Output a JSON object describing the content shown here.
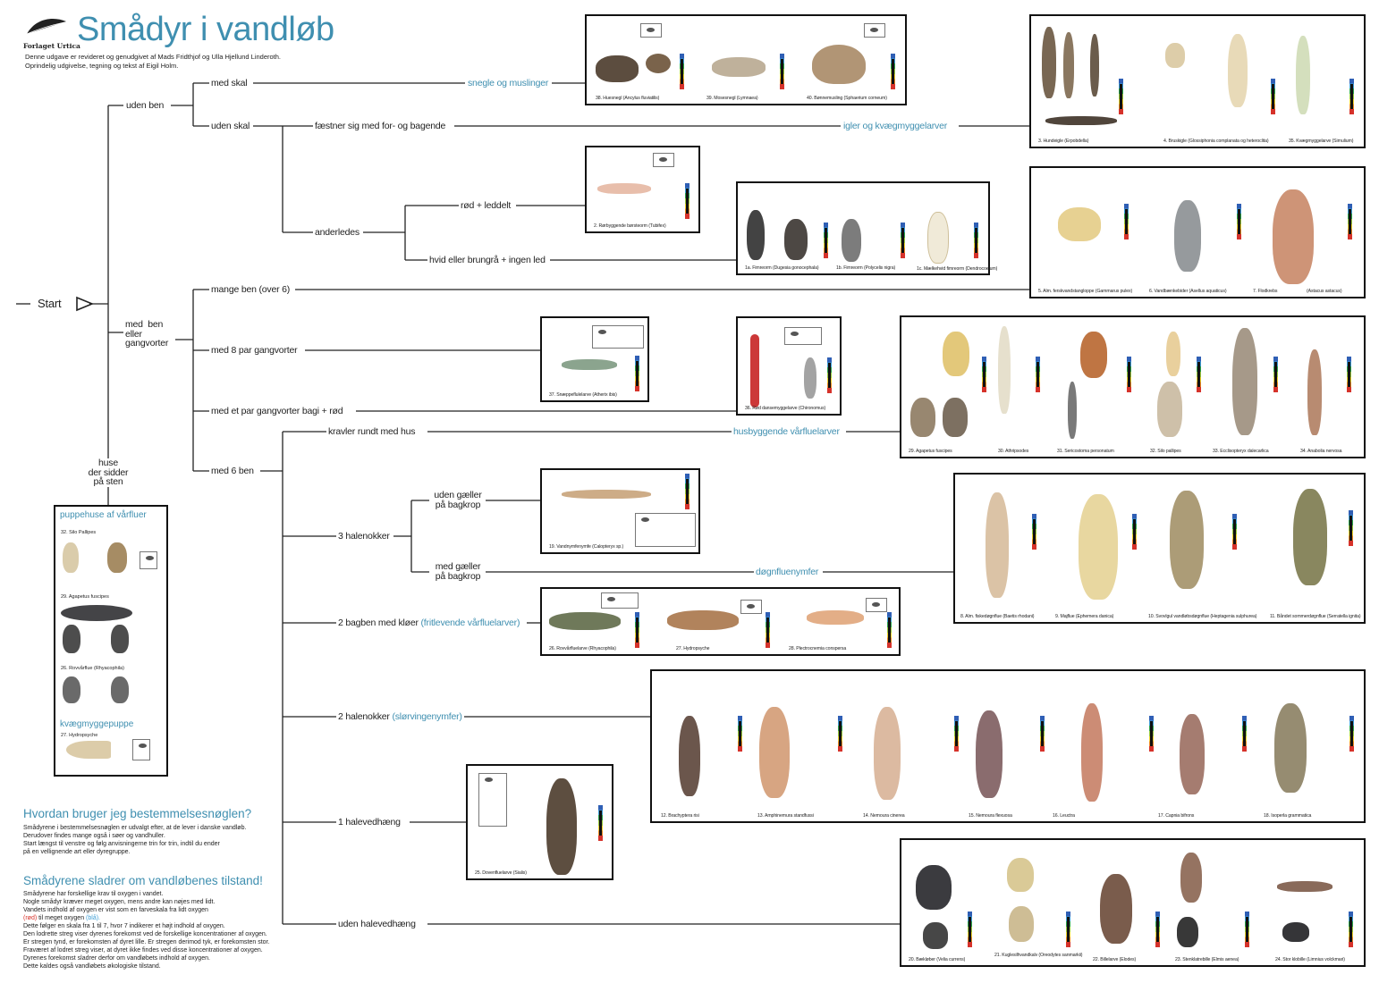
{
  "header": {
    "publisher": "Forlaget Urtica",
    "title": "Smådyr i vandløb",
    "credit1": "Denne udgave er revideret og genudgivet af Mads Fridthjof og Ulla Hjellund Linderoth.",
    "credit2": "Oprindelig udgivelse, tegning og tekst af Eigil Holm."
  },
  "key": {
    "start": "Start",
    "uden_ben": "uden ben",
    "med_skal": "med skal",
    "uden_skal": "uden skal",
    "faestner": "fæstner sig med for- og bagende",
    "andenledes": "anderledes",
    "rod_leddelt": "rød + leddelt",
    "hvid": "hvid eller brungrå + ingen led",
    "med_ben": "med  ben\neller\ngangvorter",
    "mange_ben": "mange ben (over 6)",
    "med8": "med 8 par gangvorter",
    "med_et_par": "med et par gangvorter bagi + rød",
    "med6": "med 6 ben",
    "kravler": "kravler rundt med hus",
    "tre_hale": "3 halenokker",
    "uden_gaeller": "uden gæller\npå bagkrop",
    "med_gaeller": "med gæller\npå bagkrop",
    "to_bagben": "2 bagben med kløer",
    "to_bagben_blue": "(fritlevende vårfluelarver)",
    "to_hale": "2 halenokker",
    "to_hale_blue": "(slørvingenymfer)",
    "en_hale": "1 halevedhæng",
    "uden_hale": "uden halevedhæng",
    "huse": "huse\nder sidder\npå sten"
  },
  "groups": {
    "snegle": "snegle og muslinger",
    "igler": "igler og kvægmyggelarver",
    "husbyggende": "husbyggende vårfluelarver",
    "dognflue": "døgnfluenymfer"
  },
  "captions": {
    "c38": "38. Huesnegl (Ancylus fluviatilis)",
    "c39": "39. Mosesnegl (Lymnaea)",
    "c40": "40. Bønnemusling (Sphaerium corneum)",
    "c3": "3. Hundeigle (Erpobdella)",
    "c4": "4. Bruskigle (Glossiphonia complanata og heteroclita)",
    "c35": "35. Kvægmyggelarve (Simulium)",
    "c2": "2. Rørbyggende børsteorm (Tubifex)",
    "c1a": "1a. Fimreorm (Dugesia gonocephala)",
    "c1b": "1b. Fimreorm (Polycelis nigra)",
    "c1c": "1c. Mælkehvid fimreorm (Dendrocoelum)",
    "c5": "5. Alm. ferskvandstangloppe (Gammarus pulex)",
    "c6": "6. Vandbænkebider (Asellus aquaticus)",
    "c7": "7. Flodkrebs",
    "c7b": "(Astacus astacus)",
    "c37": "37. Snæppeflulelarve (Atherix ibis)",
    "c36": "36. Rød dansemyggelarve (Chironomus)",
    "c29": "29. Agapetus fuscipes",
    "c30": "30. Athripsodes",
    "c31": "31. Sericostoma personatum",
    "c32": "32. Silo pallipes",
    "c33": "33. Ecclisopteryx dalecarlica",
    "c34": "34. Anabolia nervosa",
    "c19": "19. Vandnymfenymfe (Calopteryx sp.)",
    "c8": "8. Alm. fiskedøgnflue (Baetis rhodani)",
    "c9": "9. Majflue (Ephemera danica)",
    "c10": "10. Svovlgul vandløbsdøgnflue (Heptagenia sulphurea)",
    "c11": "11. Båndet sommerdøgnflue (Serratella ignita)",
    "c26": "26. Rovvårfluelarve (Rhyacophila)",
    "c27": "27. Hydropsyche",
    "c28": "28. Plectrocnemia conspersa",
    "c12": "12. Brachyptera risi",
    "c13": "13. Amphinemura standfussi",
    "c14": "14. Nemoura cinerea",
    "c15": "15. Nemoura flexuosa",
    "c16": "16. Leuctra",
    "c17": "17. Capnia bifrons",
    "c18": "18. Isoperla grammatica",
    "c25": "25. Dovenfluelarve (Sialis)",
    "c20": "20. Bækløber (Velia currens)",
    "c21": "21. Kuglesilhvandkalv (Oreodytes sanmarkii)",
    "c22": "22. Billelarve (Elodes)",
    "c23": "23. Stenklatrebille (Elmis aenea)",
    "c24": "24. Stor klobille (Limnius volckmari)"
  },
  "pupae": {
    "title": "puppehuse af vårfluer",
    "silo": "32. Silo Pallipes",
    "agapetus": "29. Agapetus fuscipes",
    "rhyacophila": "26. Rovvårflue (Rhyacophila)",
    "simulium_title": "kvægmyggepuppe",
    "hydropsyche": "27. Hydropsyche"
  },
  "howto": {
    "title": "Hvordan bruger jeg bestemmelsesnøglen?",
    "lines": [
      "Smådyrene i bestemmelsesnøglen er udvalgt efter, at de lever i danske vandløb.",
      "Derudover findes mange også i søer og vandhuller.",
      "Start længst til venstre og følg anvisningerne trin for trin, indtil du ender",
      "på en vellignende art eller dyregruppe."
    ]
  },
  "state": {
    "title": "Smådyrene sladrer om vandløbenes tilstand!",
    "l1": "Smådyrene har forskellige krav til oxygen i vandet.",
    "l2": "Nogle smådyr kræver meget oxygen, mens andre kan nøjes med lidt.",
    "l3": "Vandets indhold af oxygen er vist som en farveskala fra lidt oxygen",
    "l4_red": "(rød)",
    "l4_mid": " til meget oxygen ",
    "l4_blue": "(blå).",
    "lines": [
      "Dette følger en skala fra 1 til 7, hvor 7 indikerer et højt indhold af oxygen.",
      "Den lodrette streg viser dyrenes forekomst ved de forskellige koncentrationer af oxygen.",
      "Er stregen tynd, er forekomsten af dyret lille. Er stregen derimod tyk, er forekomsten stor.",
      "Fraværet af lodret streg viser, at dyret ikke findes ved disse koncentrationer af oxygen.",
      "Dyrenes forekomst sladrer derfor om vandløbets indhold af oxygen.",
      "Dette kaldes også vandløbets økologiske tilstand."
    ]
  },
  "colors": {
    "accent": "#3f8fb0",
    "line": "#222222",
    "red": "#d6322a"
  }
}
